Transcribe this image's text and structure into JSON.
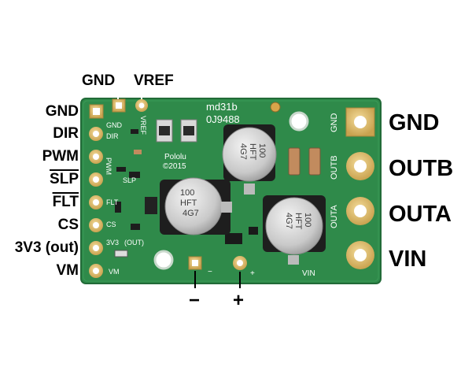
{
  "top_labels": {
    "gnd": "GND",
    "vref": "VREF"
  },
  "left_labels": {
    "gnd": "GND",
    "dir": "DIR",
    "pwm": "PWM",
    "slp": "SLP",
    "flt": "FLT",
    "cs": "CS",
    "v3_main": "3V3",
    "v3_suffix": " (out)",
    "vm": "VM"
  },
  "right_labels": {
    "gnd": "GND",
    "outb": "OUTB",
    "outa": "OUTA",
    "vin": "VIN"
  },
  "bottom_labels": {
    "minus": "−",
    "plus": "+"
  },
  "board_silkscreen": {
    "model": "md31b",
    "serial": "0J9488",
    "brand": "Pololu",
    "year": "©2015",
    "cap_value": "100",
    "cap_type": "HFT",
    "cap_code": "4G7",
    "pin_gnd": "GND",
    "pin_dir": "DIR",
    "pin_pwm": "PWM",
    "pin_slp": "SLP",
    "pin_flt": "FLT",
    "pin_cs": "CS",
    "pin_3v3": "3V3",
    "pin_out": "(OUT)",
    "pin_vm": "VM",
    "pin_vref": "VREF",
    "right_gnd": "GND",
    "right_outb": "OUTB",
    "right_outa": "OUTA",
    "bottom_vin": "VIN",
    "pad_minus": "−",
    "pad_plus": "+"
  },
  "colors": {
    "pcb": "#2f8a4a",
    "pcb_dark": "#1f6a36",
    "gold": "#e2c275",
    "capacitor": "#cfcfcf",
    "resistor": "#c28b5e"
  }
}
